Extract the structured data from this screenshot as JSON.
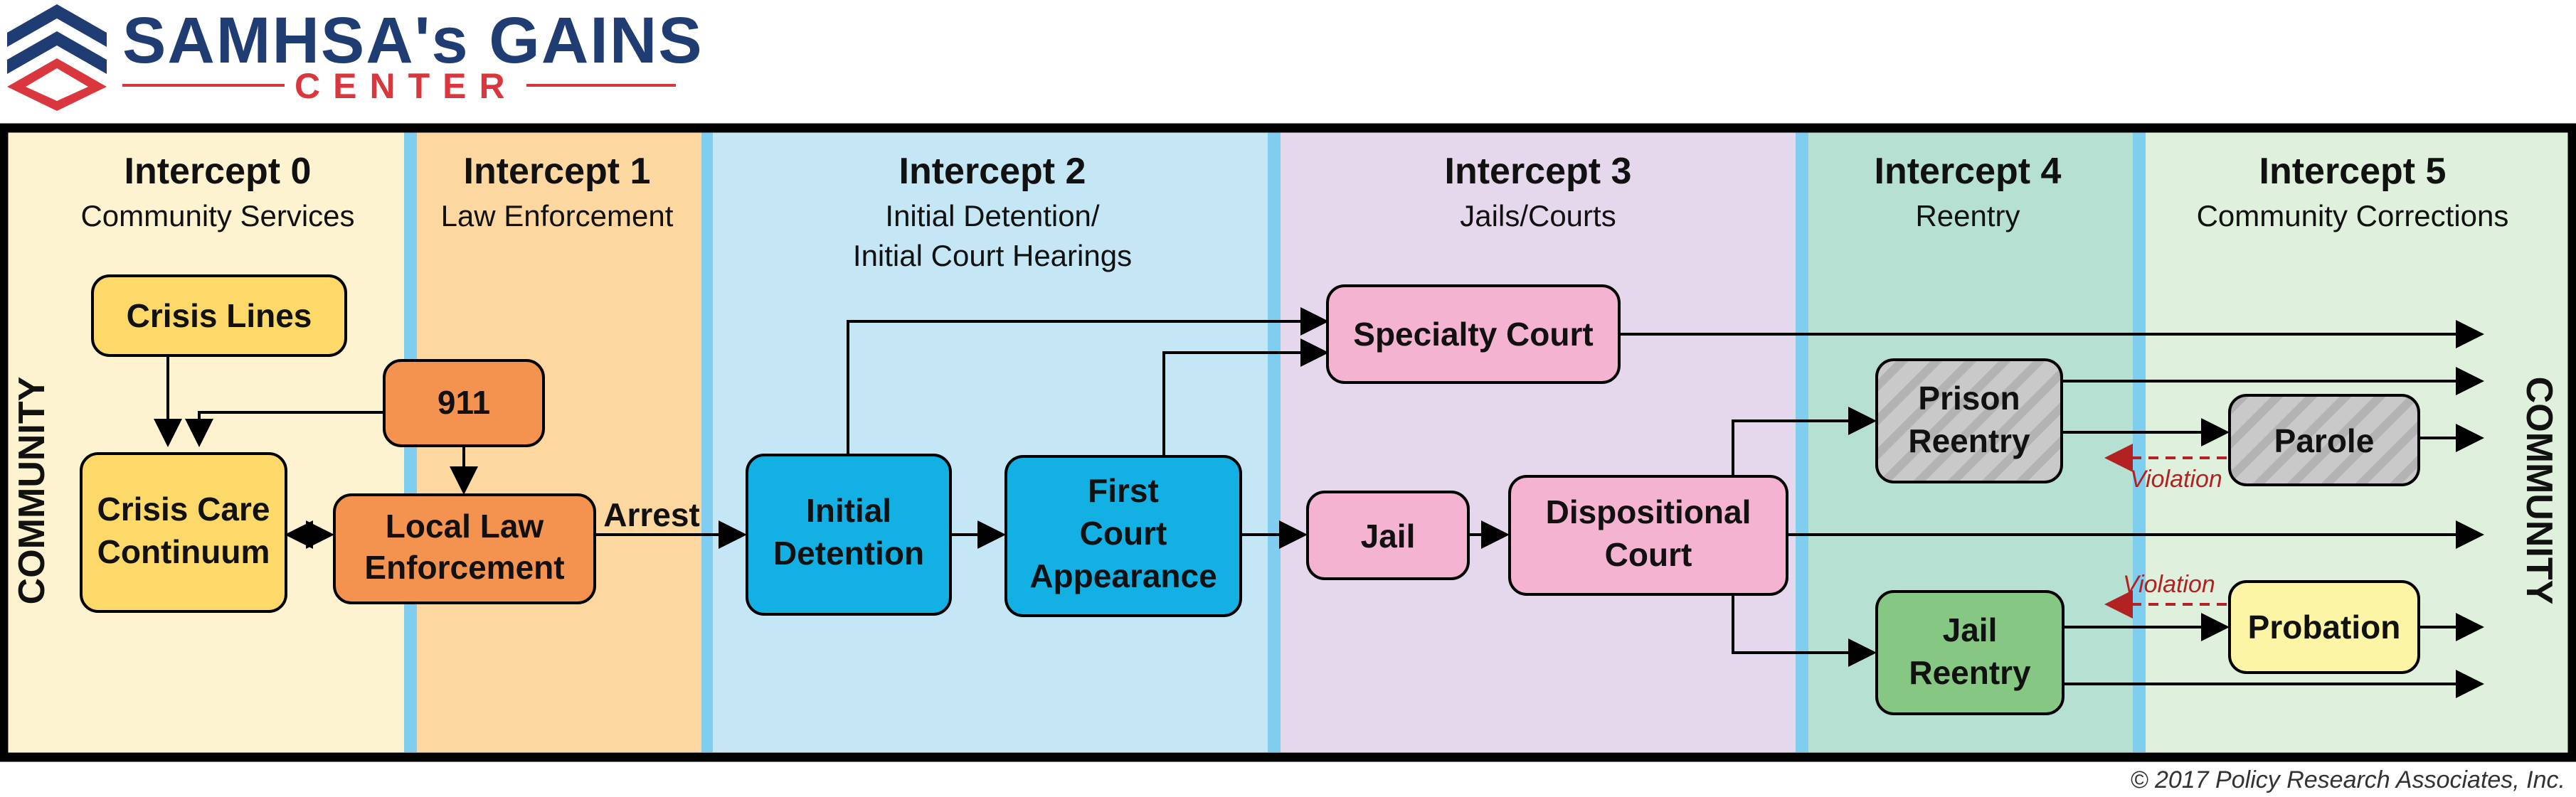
{
  "logo": {
    "name": "SAMHSA's GAINS",
    "sub": "CENTER"
  },
  "intercepts": [
    {
      "title": "Intercept 0",
      "subtitle": "Community Services",
      "subtitle2": "",
      "color": "#fdf3d1"
    },
    {
      "title": "Intercept 1",
      "subtitle": "Law Enforcement",
      "subtitle2": "",
      "color": "#fdd7a0"
    },
    {
      "title": "Intercept 2",
      "subtitle": "Initial Detention/",
      "subtitle2": "Initial Court Hearings",
      "color": "#c4e6f5"
    },
    {
      "title": "Intercept 3",
      "subtitle": "Jails/Courts",
      "subtitle2": "",
      "color": "#e6d8ec"
    },
    {
      "title": "Intercept 4",
      "subtitle": "Reentry",
      "subtitle2": "",
      "color": "#b6e0d2"
    },
    {
      "title": "Intercept 5",
      "subtitle": "Community Corrections",
      "subtitle2": "",
      "color": "#dff0dc"
    }
  ],
  "community_left": "COMMUNITY",
  "community_right": "COMMUNITY",
  "boxes": {
    "crisis_lines": "Crisis Lines",
    "nine_one_one": "911",
    "crisis_care_1": "Crisis Care",
    "crisis_care_2": "Continuum",
    "local_law_1": "Local Law",
    "local_law_2": "Enforcement",
    "initial_detention_1": "Initial",
    "initial_detention_2": "Detention",
    "first_court_1": "First",
    "first_court_2": "Court",
    "first_court_3": "Appearance",
    "specialty_court": "Specialty Court",
    "jail": "Jail",
    "dispositional_1": "Dispositional",
    "dispositional_2": "Court",
    "prison_reentry_1": "Prison",
    "prison_reentry_2": "Reentry",
    "jail_reentry_1": "Jail",
    "jail_reentry_2": "Reentry",
    "parole": "Parole",
    "probation": "Probation"
  },
  "labels": {
    "arrest": "Arrest",
    "violation_parole": "Violation",
    "violation_probation": "Violation"
  },
  "copyright": "© 2017 Policy Research Associates, Inc.",
  "colors": {
    "yellow": "#fdd96a",
    "orange": "#f4934f",
    "blue": "#12b0e3",
    "pink": "#f3b3d1",
    "gray": "#c9c9c9",
    "green": "#86c784",
    "lightyellow": "#fbf5a5",
    "divider": "#7fcdef",
    "frame": "#000000",
    "violation": "#b22222"
  }
}
